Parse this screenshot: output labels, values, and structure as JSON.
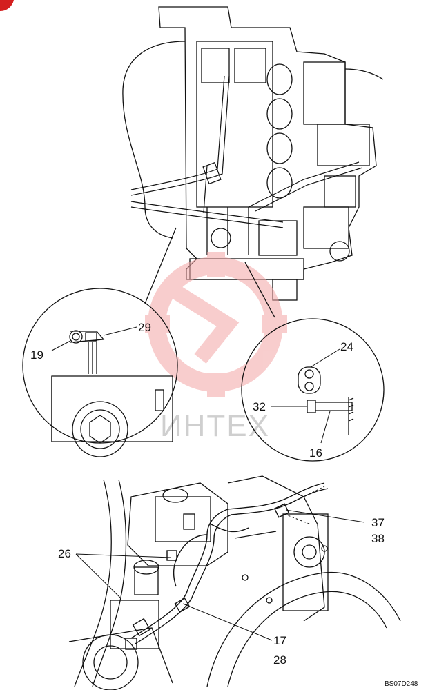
{
  "watermark": {
    "text": "ИНТЕХ",
    "gear_color": "#f3a6a6",
    "text_color": "#cfcfcf"
  },
  "detail_left": {
    "labels": [
      "19",
      "29"
    ]
  },
  "detail_right": {
    "labels": [
      "24",
      "32",
      "16"
    ]
  },
  "lower_view": {
    "labels": [
      "26",
      "37",
      "38",
      "17",
      "28"
    ]
  },
  "figure_code": "BS07D248",
  "corner_mark_color": "#d41f1f"
}
